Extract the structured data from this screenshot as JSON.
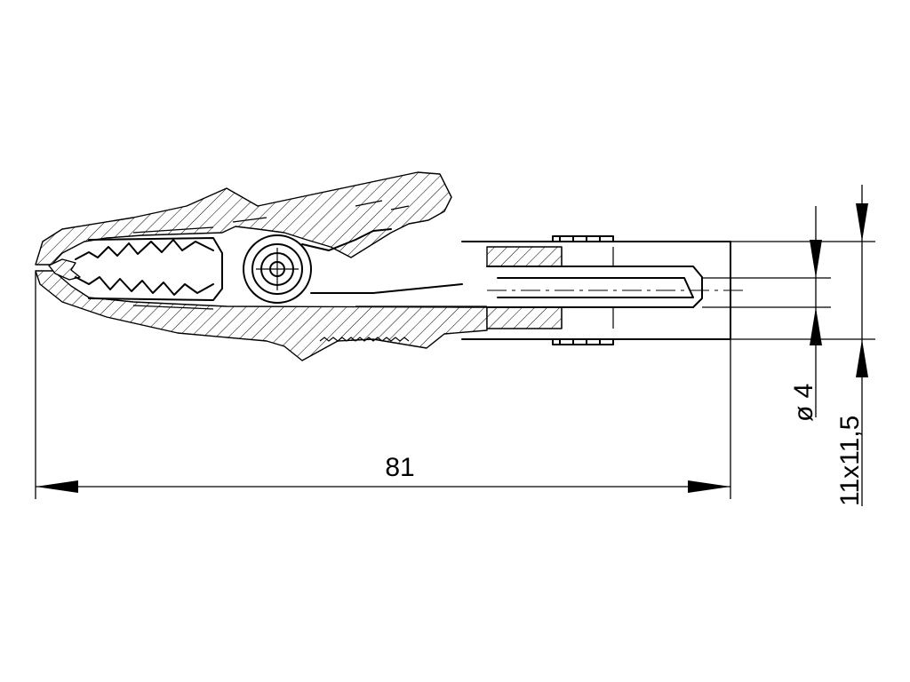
{
  "drawing": {
    "dimensions": {
      "overall_length": "81",
      "hole_diameter": "ø 4",
      "body_section": "11x11,5"
    }
  },
  "colors": {
    "ink": "#000000",
    "paper": "#ffffff"
  }
}
